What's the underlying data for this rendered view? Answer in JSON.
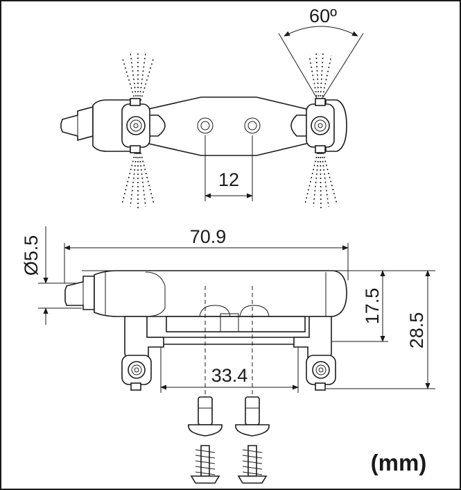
{
  "dimensions": {
    "spray_angle": "60º",
    "hole_spacing": "12",
    "overall_length": "70.9",
    "inlet_diameter": "Ø5.5",
    "height_upper": "17.5",
    "height_total": "28.5",
    "nozzle_spacing": "33.4"
  },
  "unit_label": "(mm)"
}
